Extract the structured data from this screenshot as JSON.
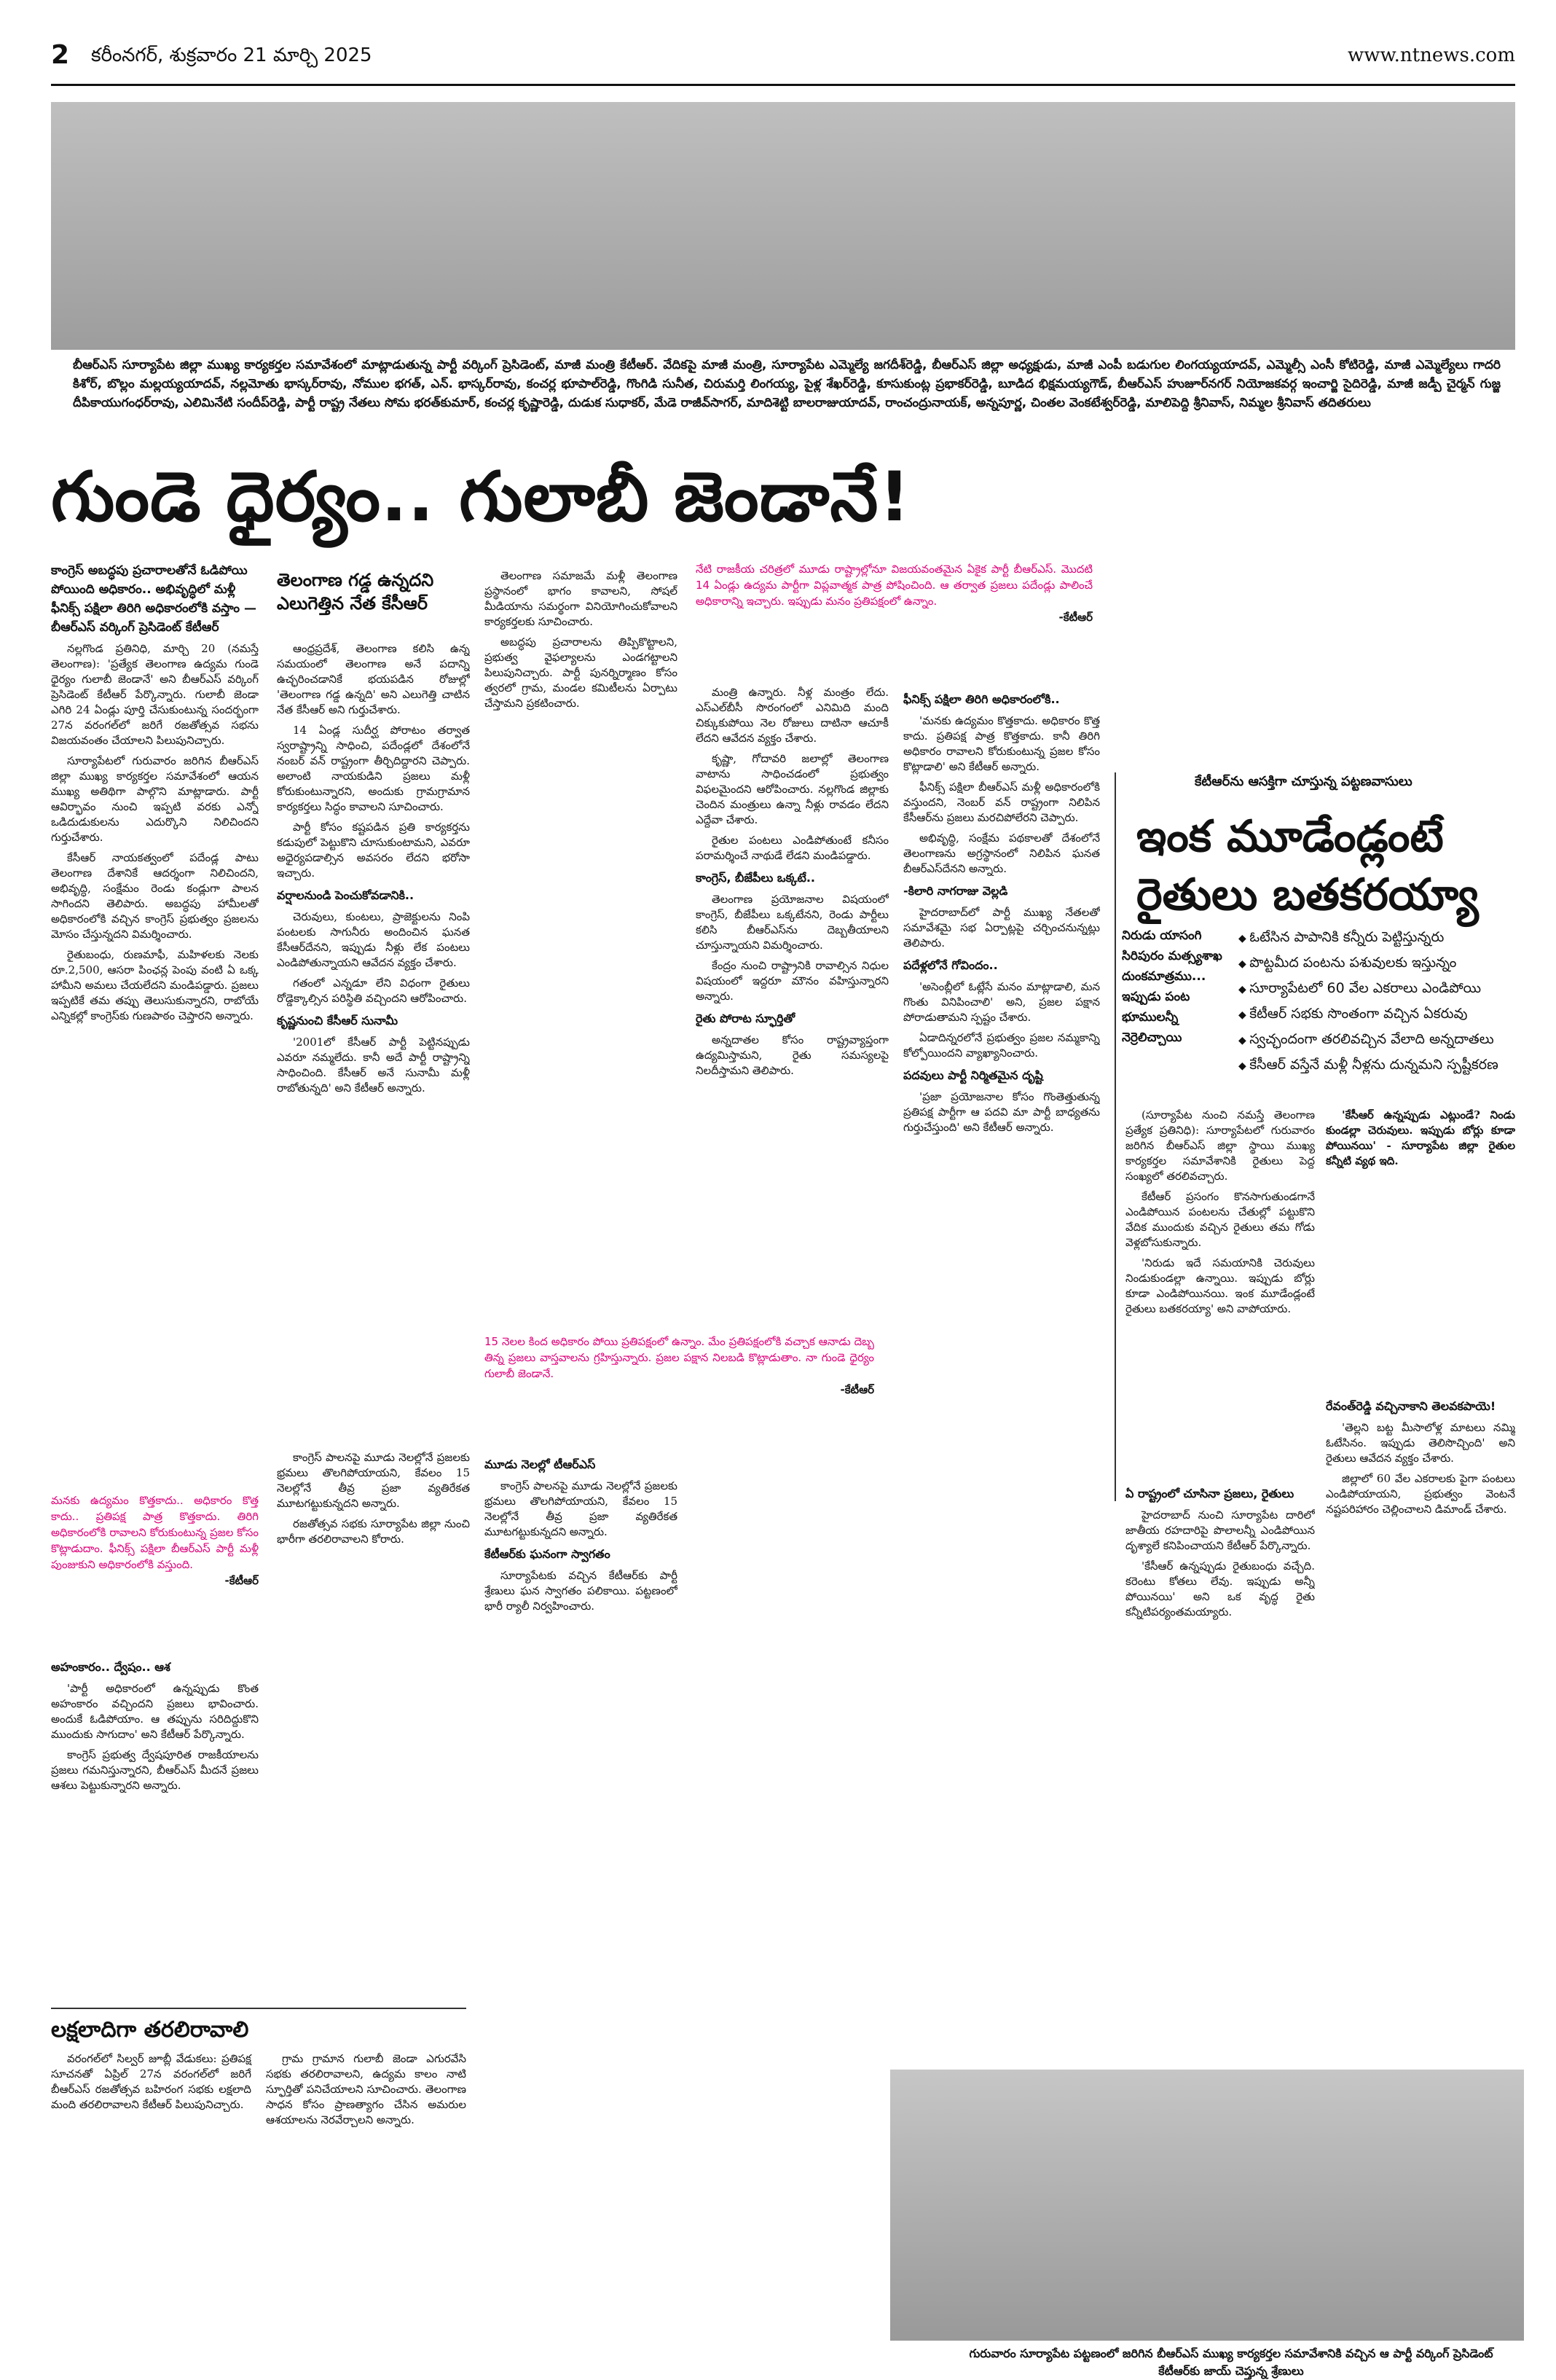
{
  "header": {
    "page_number": "2",
    "dateline": "కరీంనగర్, శుక్రవారం 21 మార్చి 2025",
    "website": "www.ntnews.com"
  },
  "main_story": {
    "photo_caption": "బీఆర్‌ఎస్ సూర్యాపేట జిల్లా ముఖ్య కార్యకర్తల సమావేశంలో మాట్లాడుతున్న పార్టీ వర్కింగ్ ప్రెసిడెంట్, మాజీ మంత్రి కేటీఆర్. వేదికపై మాజీ మంత్రి, సూర్యాపేట ఎమ్మెల్యే జగదీశ్‌రెడ్డి, బీఆర్‌ఎస్ జిల్లా అధ్యక్షుడు, మాజీ ఎంపీ బడుగుల లింగయ్యయాదవ్, ఎమ్మెల్సీ ఎంసీ కోటిరెడ్డి, మాజీ ఎమ్మెల్యేలు గాదరి కిశోర్, బొల్లం మల్లయ్యయాదవ్, నల్లమోతు భాస్కర్‌రావు, నోముల భగత్, ఎన్. భాస్కర్‌రావు, కంచర్ల భూపాల్‌రెడ్డి, గొంగిడి సునీత, చిరుమర్తి లింగయ్య, పైళ్ల శేఖర్‌రెడ్డి, కూసుకుంట్ల ప్రభాకర్‌రెడ్డి, బూడిద భిక్షమయ్యగౌడ్, బీఆర్‌ఎస్ హుజూర్‌నగర్ నియోజకవర్గ ఇంచార్జి సైదిరెడ్డి, మాజీ జడ్పీ చైర్మన్ గుజ్జ దీపికాయుగంధర్‌రావు, ఎలిమినేటి సందీప్‌రెడ్డి, పార్టీ రాష్ట్ర నేతలు సోమ భరత్‌కుమార్, కంచర్ల కృష్ణారెడ్డి, దుడుక సుధాకర్, మేడె రాజీవ్‌సాగర్, మాదిశెట్టి బాలరాజుయాదవ్, రాంచంద్రునాయక్, అన్నపూర్ణ, చింతల వెంకటేశ్వర్‌రెడ్డి, మాలిపెద్ది శ్రీనివాస్, నిమ్మల శ్రీనివాస్ తదితరులు",
    "headline": "గుండె ధైర్యం.. గులాబీ జెండానే!",
    "deck": "కాంగ్రెస్ అబద్ధపు ప్రచారాలతోనే ఓడిపోయి పోయింది అధికారం.. అభివృద్ధిలో మళ్లీ ఫీనిక్స్ పక్షిలా తిరిగి అధికారంలోకి వస్తాం — బీఆర్‌ఎస్ వర్కింగ్ ప్రెసిడెంట్ కేటీఆర్",
    "col1_paras": [
      "నల్లగొండ ప్రతినిధి, మార్చి 20 (నమస్తే తెలంగాణ): 'ప్రత్యేక తెలంగాణ ఉద్యమ గుండె ధైర్యం గులాబీ జెండానే' అని బీఆర్‌ఎస్ వర్కింగ్ ప్రెసిడెంట్ కేటీఆర్ పేర్కొన్నారు. గులాబీ జెండా ఎగిరి 24 ఏండ్లు పూర్తి చేసుకుంటున్న సందర్భంగా 27న వరంగల్‌లో జరిగే రజతోత్సవ సభను విజయవంతం చేయాలని పిలుపునిచ్చారు.",
      "సూర్యాపేటలో గురువారం జరిగిన బీఆర్‌ఎస్ జిల్లా ముఖ్య కార్యకర్తల సమావేశంలో ఆయన ముఖ్య అతిథిగా పాల్గొని మాట్లాడారు. పార్టీ ఆవిర్భావం నుంచి ఇప్పటి వరకు ఎన్నో ఒడిదుడుకులను ఎదుర్కొని నిలిచిందని గుర్తుచేశారు.",
      "కేసీఆర్ నాయకత్వంలో పదేండ్ల పాటు తెలంగాణ దేశానికే ఆదర్శంగా నిలిచిందని, అభివృద్ధి, సంక్షేమం రెండు కండ్లుగా పాలన సాగిందని తెలిపారు. అబద్ధపు హామీలతో అధికారంలోకి వచ్చిన కాంగ్రెస్ ప్రభుత్వం ప్రజలను మోసం చేస్తున్నదని విమర్శించారు.",
      "రైతుబంధు, రుణమాఫీ, మహిళలకు నెలకు రూ.2,500, ఆసరా పింఛన్ల పెంపు వంటి ఏ ఒక్క హామీని అమలు చేయలేదని మండిపడ్డారు. ప్రజలు ఇప్పటికే తమ తప్పు తెలుసుకున్నారని, రాబోయే ఎన్నికల్లో కాంగ్రెస్‌కు గుణపాఠం చెప్తారని అన్నారు."
    ],
    "col2_title": "తెలంగాణ గడ్డ ఉన్నదని ఎలుగెత్తిన నేత కేసీఆర్",
    "col2_paras": [
      "ఆంధ్రప్రదేశ్, తెలంగాణ కలిసి ఉన్న సమయంలో తెలంగాణ అనే పదాన్ని ఉచ్ఛరించడానికే భయపడిన రోజుల్లో 'తెలంగాణ గడ్డ ఉన్నది' అని ఎలుగెత్తి చాటిన నేత కేసీఆర్ అని గుర్తుచేశారు.",
      "14 ఏండ్ల సుదీర్ఘ పోరాటం తర్వాత స్వరాష్ట్రాన్ని సాధించి, పదేండ్లలో దేశంలోనే నంబర్ వన్ రాష్ట్రంగా తీర్చిదిద్దారని చెప్పారు. అలాంటి నాయకుడిని ప్రజలు మళ్లీ కోరుకుంటున్నారని, అందుకు గ్రామగ్రామాన కార్యకర్తలు సిద్ధం కావాలని సూచించారు.",
      "పార్టీ కోసం కష్టపడిన ప్రతి కార్యకర్తను కడుపులో పెట్టుకొని చూసుకుంటామని, ఎవరూ అధైర్యపడాల్సిన అవసరం లేదని భరోసా ఇచ్చారు."
    ],
    "pink_quote_1": "మనకు ఉద్యమం కొత్తకాదు.. అధికారం కొత్త కాదు.. ప్రతిపక్ష పాత్ర కొత్తకాదు. తిరిగి అధికారంలోకి రావాలని కోరుకుంటున్న ప్రజల కోసం కొట్లాడుదాం. ఫీనిక్స్ పక్షిలా బీఆర్‌ఎస్ పార్టీ మళ్లీ పుంజుకుని అధికారంలోకి వస్తుంది.",
    "pink_quote_1_sig": "-కేటీఆర్",
    "col1_sub": "అహంకారం.. ద్వేషం.. ఆశ",
    "col1_sub_paras": [
      "'పార్టీ అధికారంలో ఉన్నప్పుడు కొంత అహంకారం వచ్చిందని ప్రజలు భావించారు. అందుకే ఓడిపోయాం. ఆ తప్పును సరిదిద్దుకొని ముందుకు సాగుదాం' అని కేటీఆర్ పేర్కొన్నారు.",
      "కాంగ్రెస్ ప్రభుత్వ ద్వేషపూరిత రాజకీయాలను ప్రజలు గమనిస్తున్నారని, బీఆర్‌ఎస్ మీదనే ప్రజలు ఆశలు పెట్టుకున్నారని అన్నారు."
    ],
    "col2_sub": "వర్షాలనుండి పెంచుకోవడానికి..",
    "col2_sub_paras": [
      "చెరువులు, కుంటలు, ప్రాజెక్టులను నింపి పంటలకు సాగునీరు అందించిన ఘనత కేసీఆర్‌దేనని, ఇప్పుడు నీళ్లు లేక పంటలు ఎండిపోతున్నాయని ఆవేదన వ్యక్తం చేశారు.",
      "గతంలో ఎన్నడూ లేని విధంగా రైతులు రోడ్డెక్కాల్సిన పరిస్థితి వచ్చిందని ఆరోపించారు."
    ],
    "col2_sub3": "కృష్ణనుంచి కేసీఆర్ సునామీ",
    "col2_sub3_paras": [
      "'2001లో కేసీఆర్ పార్టీ పెట్టినప్పుడు ఎవరూ నమ్మలేదు. కానీ అదే పార్టీ రాష్ట్రాన్ని సాధించింది. కేసీఆర్ అనే సునామీ మళ్లీ రాబోతున్నది' అని కేటీఆర్ అన్నారు."
    ],
    "col3_paras": [
      "తెలంగాణ సమాజమే మళ్లీ తెలంగాణ ప్రస్థానంలో భాగం కావాలని, సోషల్ మీడియాను సమర్థంగా వినియోగించుకోవాలని కార్యకర్తలకు సూచించారు.",
      "అబద్ధపు ప్రచారాలను తిప్పికొట్టాలని, ప్రభుత్వ వైఫల్యాలను ఎండగట్టాలని పిలుపునిచ్చారు. పార్టీ పునర్నిర్మాణం కోసం త్వరలో గ్రామ, మండల కమిటీలను ఏర్పాటు చేస్తామని ప్రకటించారు."
    ],
    "pink_quote_2": "15 నెలల కింద అధికారం పోయి ప్రతిపక్షంలో ఉన్నాం. మేం ప్రతిపక్షంలోకి వచ్చాక ఆనాడు దెబ్బ తిన్న ప్రజలు వాస్తవాలను గ్రహిస్తున్నారు. ప్రజల పక్షాన నిలబడి కొట్లాడుతాం. నా గుండె ధైర్యం గులాబీ జెండానే.",
    "pink_quote_2_sig": "-కేటీఆర్",
    "col3_sub": "మూడు నెలల్లో టీఆర్‌ఎస్",
    "col3_sub_paras": [
      "కాంగ్రెస్ పాలనపై మూడు నెలల్లోనే ప్రజలకు భ్రమలు తొలగిపోయాయని, కేవలం 15 నెలల్లోనే తీవ్ర ప్రజా వ్యతిరేకత మూటగట్టుకున్నదని అన్నారు.",
      "రజతోత్సవ సభకు సూర్యాపేట జిల్లా నుంచి భారీగా తరలిరావాలని కోరారు."
    ],
    "col3_sub2": "కేటీఆర్‌కు ఘనంగా స్వాగతం",
    "col3_sub2_paras": [
      "సూర్యాపేటకు వచ్చిన కేటీఆర్‌కు పార్టీ శ్రేణులు ఘన స్వాగతం పలికాయి. పట్టణంలో భారీ ర్యాలీ నిర్వహించారు."
    ],
    "col4_pink_quote": "నేటి రాజకీయ చరిత్రలో మూడు రాష్ట్రాల్లోనూ విజయవంతమైన ఏకైక పార్టీ బీఆర్‌ఎస్. మొదటి 14 ఏండ్లు ఉద్యమ పార్టీగా విప్లవాత్మక పాత్ర పోషించింది. ఆ తర్వాత ప్రజలు పదేండ్లు పాలించే అధికారాన్ని ఇచ్చారు. ఇప్పుడు మనం ప్రతిపక్షంలో ఉన్నాం.",
    "col4_pink_quote_sig": "-కేటీఆర్",
    "col4_paras": [
      "మంత్రి ఉన్నారు. నీళ్ల మంత్రం లేదు. ఎస్‌ఎల్‌బీసీ సొరంగంలో ఎనిమిది మంది చిక్కుకుపోయి నెల రోజులు దాటినా ఆచూకీ లేదని ఆవేదన వ్యక్తం చేశారు.",
      "కృష్ణా, గోదావరి జలాల్లో తెలంగాణ వాటాను సాధించడంలో ప్రభుత్వం విఫలమైందని ఆరోపించారు. నల్లగొండ జిల్లాకు చెందిన మంత్రులు ఉన్నా నీళ్లు రావడం లేదని ఎద్దేవా చేశారు.",
      "రైతుల పంటలు ఎండిపోతుంటే కనీసం పరామర్శించే నాథుడే లేడని మండిపడ్డారు."
    ],
    "col4_sub": "కాంగ్రెస్, బీజేపీలు ఒక్కటే..",
    "col4_sub_paras": [
      "తెలంగాణ ప్రయోజనాల విషయంలో కాంగ్రెస్, బీజేపీలు ఒక్కటేనని, రెండు పార్టీలు కలిసి బీఆర్‌ఎస్‌ను దెబ్బతీయాలని చూస్తున్నాయని విమర్శించారు.",
      "కేంద్రం నుంచి రాష్ట్రానికి రావాల్సిన నిధుల విషయంలో ఇద్దరూ మౌనం వహిస్తున్నారని అన్నారు."
    ],
    "col4_sub2": "రైతు పోరాట స్ఫూర్తితో",
    "col4_sub2_paras": [
      "అన్నదాతల కోసం రాష్ట్రవ్యాప్తంగా ఉద్యమిస్తామని, రైతు సమస్యలపై నిలదీస్తామని తెలిపారు."
    ],
    "col5_sub": "ఫీనిక్స్ పక్షిలా తిరిగి అధికారంలోకి..",
    "col5_paras": [
      "'మనకు ఉద్యమం కొత్తకాదు. అధికారం కొత్త కాదు. ప్రతిపక్ష పాత్ర కొత్తకాదు. కానీ తిరిగి అధికారం రావాలని కోరుకుంటున్న ప్రజల కోసం కొట్లాడాలి' అని కేటీఆర్ అన్నారు.",
      "ఫీనిక్స్ పక్షిలా బీఆర్‌ఎస్ మళ్లీ అధికారంలోకి వస్తుందని, నెంబర్ వన్ రాష్ట్రంగా నిలిపిన కేసీఆర్‌ను ప్రజలు మరచిపోలేరని చెప్పారు.",
      "అభివృద్ధి, సంక్షేమ పథకాలతో దేశంలోనే తెలంగాణను అగ్రస్థానంలో నిలిపిన ఘనత బీఆర్‌ఎస్‌దేనని అన్నారు."
    ],
    "col5_sub2": "-కిలారి నాగరాజు వెల్లడి",
    "col5_sub2_paras": [
      "హైదరాబాద్‌లో పార్టీ ముఖ్య నేతలతో సమావేశమై సభ ఏర్పాట్లపై చర్చించనున్నట్లు తెలిపారు."
    ],
    "col5_sub3": "పదేళ్లలోనే గోవిందం..",
    "col5_sub3_paras": [
      "'అసెంబ్లీలో ఓట్లేసే మనం మాట్లాడాలి, మన గొంతు వినిపించాలి' అని, ప్రజల పక్షాన పోరాడుతామని స్పష్టం చేశారు.",
      "ఏడాదిన్నరలోనే ప్రభుత్వం ప్రజల నమ్మకాన్ని కోల్పోయిందని వ్యాఖ్యానించారు."
    ],
    "col5_sub4": "పదవులు పార్టీ నిర్మితమైన దృష్టి",
    "col5_sub4_paras": [
      "'ప్రజా ప్రయోజనాల కోసం గొంతెత్తుతున్న ప్రతిపక్ష పార్టీగా ఆ పదవి మా పార్టీ బాధ్యతను గుర్తుచేస్తుంది' అని కేటీఆర్ అన్నారు."
    ]
  },
  "second_story": {
    "kicker": "కేటీఆర్‌ను ఆసక్తిగా చూస్తున్న పట్టణవాసులు",
    "headline_line1": "ఇంక మూడేండ్లంటే",
    "headline_line2": "రైతులు బతకరయ్యా",
    "side_deck": "నిరుడు యాసంగి సిరిపురం మత్స్యశాఖ దుంకమాత్రము... ఇప్పుడు పంట భూములన్నీ నెర్రెలిచ్చాయి",
    "bullets": [
      "ఓటేసిన పాపానికి కన్నీరు పెట్టిస్తున్నరు",
      "పొట్టమీద పంటను పశువులకు ఇస్తున్నం",
      "సూర్యాపేటలో 60 వేల ఎకరాలు ఎండిపోయి",
      "కేటీఆర్ సభకు సొంతంగా వచ్చిన ఏకరువు",
      "స్వచ్ఛందంగా తరలివచ్చిన వేలాది అన్నదాతలు",
      "కేసీఆర్ వస్తేనే మళ్లీ నీళ్లను దున్నమని స్పష్టీకరణ"
    ],
    "col_a_paras": [
      "(సూర్యాపేట నుంచి నమస్తే తెలంగాణ ప్రత్యేక ప్రతినిధి): సూర్యాపేటలో గురువారం జరిగిన బీఆర్‌ఎస్ జిల్లా స్థాయి ముఖ్య కార్యకర్తల సమావేశానికి రైతులు పెద్ద సంఖ్యలో తరలివచ్చారు.",
      "కేటీఆర్ ప్రసంగం కొనసాగుతుండగానే ఎండిపోయిన పంటలను చేతుల్లో పట్టుకొని వేదిక ముందుకు వచ్చిన రైతులు తమ గోడు వెళ్లబోసుకున్నారు.",
      "'నిరుడు ఇదే సమయానికి చెరువులు నిండుకుండల్లా ఉన్నాయి. ఇప్పుడు బోర్లు కూడా ఎండిపోయినయి. ఇంక మూడేండ్లంటే రైతులు బతకరయ్యా' అని వాపోయారు."
    ],
    "col_b_sub": "ఏ రాష్ట్రంలో చూసినా ప్రజలు, రైతులు",
    "col_b_paras": [
      "హైదరాబాద్ నుంచి సూర్యాపేట దారిలో జాతీయ రహదారిపై పొలాలన్నీ ఎండిపోయిన దృశ్యాలే కనిపించాయని కేటీఆర్ పేర్కొన్నారు.",
      "'కేసీఆర్ ఉన్నప్పుడు రైతుబంధు వచ్చేది. కరెంటు కోతలు లేవు. ఇప్పుడు అన్నీ పోయినయి' అని ఒక వృద్ధ రైతు కన్నీటిపర్యంతమయ్యారు."
    ],
    "quote_box": "'కేసీఆర్ ఉన్నప్పుడు ఎట్లుండే? నిండు కుండల్లా చెరువులు. ఇప్పుడు బోర్లు కూడా పోయినయి' - సూర్యాపేట జిల్లా రైతుల కన్నీటి వ్యథ ఇది.",
    "col_c_sub": "రేవంత్‌రెడ్డి వచ్చినాకాని తెలవకపాయె!",
    "col_c_paras": [
      "'తెల్లని బట్ట మీసాలోళ్ల మాటలు నమ్మి ఓటేసినం. ఇప్పుడు తెలిసొచ్చింది' అని రైతులు ఆవేదన వ్యక్తం చేశారు.",
      "జిల్లాలో 60 వేల ఎకరాలకు పైగా పంటలు ఎండిపోయాయని, ప్రభుత్వం వెంటనే నష్టపరిహారం చెల్లించాలని డిమాండ్ చేశారు."
    ],
    "photo_caption": "గురువారం సూర్యాపేట పట్టణంలో జరిగిన బీఆర్‌ఎస్ ముఖ్య కార్యకర్తల సమావేశానికి వచ్చిన ఆ పార్టీ వర్కింగ్ ప్రెసిడెంట్ కేటీఆర్‌కు జాయ్ చెప్తున్న శ్రేణులు"
  },
  "third_story": {
    "headline": "లక్షలాదిగా తరలిరావాలి",
    "paras": [
      "వరంగల్‌లో సిల్వర్ జూబ్లీ వేడుకలు: ప్రతిపక్ష సూచనతో ఏప్రిల్ 27న వరంగల్‌లో జరిగే బీఆర్‌ఎస్ రజతోత్సవ బహిరంగ సభకు లక్షలాది మంది తరలిరావాలని కేటీఆర్ పిలుపునిచ్చారు.",
      "గ్రామ గ్రామాన గులాబీ జెండా ఎగురవేసి సభకు తరలిరావాలని, ఉద్యమ కాలం నాటి స్ఫూర్తితో పనిచేయాలని సూచించారు. తెలంగాణ సాధన కోసం ప్రాణత్యాగం చేసిన అమరుల ఆశయాలను నెరవేర్చాలని అన్నారు."
    ]
  }
}
